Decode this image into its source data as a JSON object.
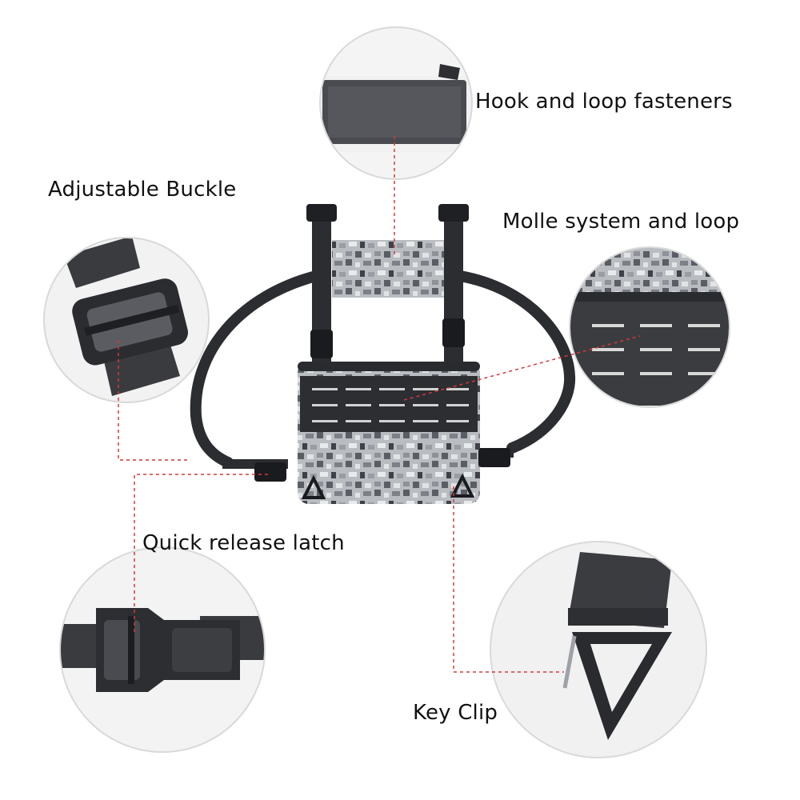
{
  "labels": {
    "hook_and_loop": "Hook and loop fasteners",
    "adjustable_buckle": "Adjustable Buckle",
    "molle_system": "Molle system and loop",
    "quick_release": "Quick release latch",
    "key_clip": "Key Clip"
  },
  "colors": {
    "background": "#ffffff",
    "leader_line": "#d33a3a",
    "circle_border": "#d9d9d9",
    "webbing": "#3a3b3f",
    "camo_light": "#c9ccd0",
    "camo_mid": "#8e9298",
    "camo_dark": "#3e4248"
  }
}
